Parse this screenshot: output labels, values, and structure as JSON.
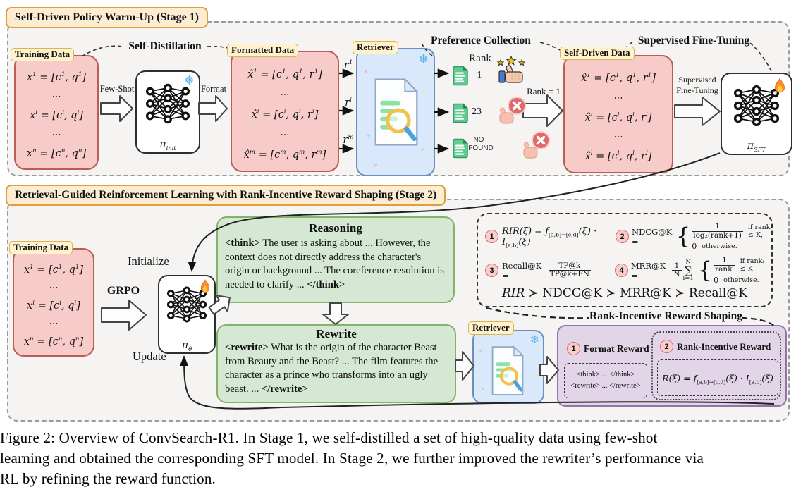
{
  "colors": {
    "panel_bg": "#f5f4f3",
    "pink": "#f6cbc8",
    "pink_border": "#bd5b55",
    "green": "#d5e8d4",
    "green_border": "#82b366",
    "blue": "#dae8fc",
    "blue_border": "#6c8ebf",
    "purple": "#e1d5e7",
    "purple_border": "#9673a6",
    "tag_bg": "#fff2cc",
    "tag_border": "#d6b656",
    "title_bg": "#fcecd2",
    "title_border": "#dd9f3e",
    "snowflake_blue": "#5db4e8",
    "flame_orange": "#fb8c2e"
  },
  "icons": {
    "snowflake": "❄"
  },
  "stage1": {
    "title": "Self-Driven Policy Warm-Up (Stage 1)",
    "training": {
      "label": "Training Data",
      "lines": [
        [
          {
            "t": "x"
          },
          {
            "t": "1",
            "s": "sup"
          },
          {
            "t": " = [c"
          },
          {
            "t": "1",
            "s": "sup"
          },
          {
            "t": ", q"
          },
          {
            "t": "1",
            "s": "sup"
          },
          {
            "t": "]"
          }
        ],
        [
          {
            "t": "⋯"
          }
        ],
        [
          {
            "t": "x"
          },
          {
            "t": "i",
            "s": "sup"
          },
          {
            "t": " = [c"
          },
          {
            "t": "i",
            "s": "sup"
          },
          {
            "t": ", q"
          },
          {
            "t": "i",
            "s": "sup"
          },
          {
            "t": "]"
          }
        ],
        [
          {
            "t": "⋯"
          }
        ],
        [
          {
            "t": "x"
          },
          {
            "t": "n",
            "s": "sup"
          },
          {
            "t": " = [c"
          },
          {
            "t": "n",
            "s": "sup"
          },
          {
            "t": ", q"
          },
          {
            "t": "n",
            "s": "sup"
          },
          {
            "t": "]"
          }
        ]
      ]
    },
    "self_distillation": "Self-Distillation",
    "few_shot": "Few-Shot",
    "format": "Format",
    "pi_init": [
      {
        "t": "π",
        "s": "i"
      },
      {
        "t": "init",
        "s": "sub"
      }
    ],
    "formatted": {
      "label": "Formatted Data",
      "lines": [
        [
          {
            "t": "x̂"
          },
          {
            "t": "1",
            "s": "sup"
          },
          {
            "t": " = [c"
          },
          {
            "t": "1",
            "s": "sup"
          },
          {
            "t": ", q"
          },
          {
            "t": "1",
            "s": "sup"
          },
          {
            "t": ", r"
          },
          {
            "t": "1",
            "s": "sup"
          },
          {
            "t": "]"
          }
        ],
        [
          {
            "t": "⋯"
          }
        ],
        [
          {
            "t": "x̂"
          },
          {
            "t": "i",
            "s": "sup"
          },
          {
            "t": " = [c"
          },
          {
            "t": "i",
            "s": "sup"
          },
          {
            "t": ", q"
          },
          {
            "t": "i",
            "s": "sup"
          },
          {
            "t": ", r"
          },
          {
            "t": "i",
            "s": "sup"
          },
          {
            "t": "]"
          }
        ],
        [
          {
            "t": "⋯"
          }
        ],
        [
          {
            "t": "x̂"
          },
          {
            "t": "m",
            "s": "sup"
          },
          {
            "t": " = [c"
          },
          {
            "t": "m",
            "s": "sup"
          },
          {
            "t": ", q"
          },
          {
            "t": "m",
            "s": "sup"
          },
          {
            "t": ", r"
          },
          {
            "t": "m",
            "s": "sup"
          },
          {
            "t": "]"
          }
        ]
      ]
    },
    "r_labels": [
      [
        {
          "t": "r"
        },
        {
          "t": "1",
          "s": "sup"
        }
      ],
      [
        {
          "t": "r"
        },
        {
          "t": "i",
          "s": "sup"
        }
      ],
      [
        {
          "t": "r"
        },
        {
          "t": "m",
          "s": "sup"
        }
      ]
    ],
    "retriever_label": "Retriever",
    "preference": {
      "heading": "Preference Collection",
      "rank_header": "Rank",
      "rank1": "1",
      "rank2": "23",
      "rank3_line1": "NOT",
      "rank3_line2": "FOUND",
      "rank_eq": "Rank = 1"
    },
    "self_driven": {
      "label": "Self-Driven Data",
      "lines": [
        [
          {
            "t": "x̂"
          },
          {
            "t": "1",
            "s": "sup"
          },
          {
            "t": " = [c"
          },
          {
            "t": "1",
            "s": "sup"
          },
          {
            "t": ", q"
          },
          {
            "t": "1",
            "s": "sup"
          },
          {
            "t": ", r"
          },
          {
            "t": "1",
            "s": "sup"
          },
          {
            "t": "]"
          }
        ],
        [
          {
            "t": "⋯"
          }
        ],
        [
          {
            "t": "x̂"
          },
          {
            "t": "i",
            "s": "sup"
          },
          {
            "t": " = [c"
          },
          {
            "t": "i",
            "s": "sup"
          },
          {
            "t": ", q"
          },
          {
            "t": "i",
            "s": "sup"
          },
          {
            "t": ", r"
          },
          {
            "t": "i",
            "s": "sup"
          },
          {
            "t": "]"
          }
        ],
        [
          {
            "t": "⋯"
          }
        ],
        [
          {
            "t": "x̂"
          },
          {
            "t": "l",
            "s": "sup"
          },
          {
            "t": " = [c"
          },
          {
            "t": "l",
            "s": "sup"
          },
          {
            "t": ", q"
          },
          {
            "t": "l",
            "s": "sup"
          },
          {
            "t": ", r"
          },
          {
            "t": "l",
            "s": "sup"
          },
          {
            "t": "]"
          }
        ]
      ]
    },
    "sft_heading": "Supervised Fine-Tuning",
    "sft_arrow_line1": "Supervised",
    "sft_arrow_line2": "Fine-Tuning",
    "pi_sft": [
      {
        "t": "π",
        "s": "i"
      },
      {
        "t": "SFT",
        "s": "sub"
      }
    ]
  },
  "stage2": {
    "title": "Retrieval-Guided Reinforcement Learning with Rank-Incentive Reward Shaping (Stage 2)",
    "training": {
      "label": "Training Data",
      "lines": [
        [
          {
            "t": "x"
          },
          {
            "t": "1",
            "s": "sup"
          },
          {
            "t": " = [c"
          },
          {
            "t": "1",
            "s": "sup"
          },
          {
            "t": ", q"
          },
          {
            "t": "1",
            "s": "sup"
          },
          {
            "t": "]"
          }
        ],
        [
          {
            "t": "⋯"
          }
        ],
        [
          {
            "t": "x"
          },
          {
            "t": "i",
            "s": "sup"
          },
          {
            "t": " = [c"
          },
          {
            "t": "i",
            "s": "sup"
          },
          {
            "t": ", q"
          },
          {
            "t": "i",
            "s": "sup"
          },
          {
            "t": "]"
          }
        ],
        [
          {
            "t": "⋯"
          }
        ],
        [
          {
            "t": "x"
          },
          {
            "t": "n",
            "s": "sup"
          },
          {
            "t": " = [c"
          },
          {
            "t": "n",
            "s": "sup"
          },
          {
            "t": ", q"
          },
          {
            "t": "n",
            "s": "sup"
          },
          {
            "t": "]"
          }
        ]
      ]
    },
    "grpo": "GRPO",
    "initialize": "Initialize",
    "update": "Update",
    "pi_theta": [
      {
        "t": "π",
        "s": "i"
      },
      {
        "t": "θ",
        "s": "sub"
      }
    ],
    "reasoning": {
      "title": "Reasoning",
      "body": [
        {
          "t": "<think>",
          "s": "b"
        },
        {
          "t": " The user is asking about ... However, the context does not directly address the character's origin or background ... The coreference resolution is needed to clarify ... "
        },
        {
          "t": "</think>",
          "s": "b"
        }
      ]
    },
    "rewrite": {
      "title": "Rewrite",
      "body": [
        {
          "t": "<rewrite>",
          "s": "b"
        },
        {
          "t": " What is the origin of the character Beast from Beauty and the Beast? ... The film features the character as a prince who transforms into an ugly beast. ... "
        },
        {
          "t": "</rewrite>",
          "s": "b"
        }
      ]
    },
    "retriever_label": "Retriever",
    "formula_box": {
      "rir": {
        "num": "1",
        "segs": [
          {
            "t": "RIR",
            "s": "i"
          },
          {
            "t": "(ξ) = ",
            "s": "i"
          },
          {
            "t": "f",
            "s": "i"
          },
          {
            "t": "[a,b]→[c,d]",
            "s": "sub"
          },
          {
            "t": "(ξ) · ",
            "s": "i"
          },
          {
            "t": "I",
            "s": "i"
          },
          {
            "t": "[a,b]",
            "s": "sub"
          },
          {
            "t": "(ξ)",
            "s": "i"
          }
        ]
      },
      "ndcg": {
        "num": "2",
        "lhs": "NDCG@K =",
        "top_num": "1",
        "top_den": "log₂(rank+1)",
        "top_cond": "if rank ≤ K,",
        "bot": "0",
        "bot_cond": "otherwise."
      },
      "recall": {
        "num": "3",
        "lhs": "Recall@K =",
        "frac_num": "TP@k",
        "frac_den": "TP@k+FN"
      },
      "mrr": {
        "num": "4",
        "lhs": "MRR@K =",
        "coef_num": "1",
        "coef_den": "N",
        "sum_top": "N",
        "sum_mid": "∑",
        "sum_bot": "i=1",
        "top_num": "1",
        "top_den": "rankᵢ",
        "top_cond": "if rankᵢ ≤ K",
        "bot": "0",
        "bot_cond": "otherwise."
      },
      "ordering": [
        {
          "t": "RIR",
          "s": "i"
        },
        {
          "t": " ≻ NDCG@K ≻ MRR@K ≻ Recall@K"
        }
      ]
    },
    "reward_shaping": {
      "heading": "Rank-Incentive Reward Shaping",
      "format_reward": {
        "num": "1",
        "label": "Format Reward",
        "line1": "<think> ... </think>",
        "line2": "<rewrite> ... </rewrite>"
      },
      "rank_reward": {
        "num": "2",
        "label": "Rank-Incentive Reward",
        "segs": [
          {
            "t": "R",
            "s": "i"
          },
          {
            "t": "(ξ) = ",
            "s": "i"
          },
          {
            "t": "f",
            "s": "i"
          },
          {
            "t": "[a,b]→[c,d]",
            "s": "sub"
          },
          {
            "t": "(ξ) · ",
            "s": "i"
          },
          {
            "t": "I",
            "s": "i"
          },
          {
            "t": "[a,b]",
            "s": "sub"
          },
          {
            "t": "(ξ)",
            "s": "i"
          }
        ]
      }
    }
  },
  "caption": {
    "line1": "Figure 2: Overview of ConvSearch-R1. In Stage 1, we self-distilled a set of high-quality data using few-shot",
    "line2": "learning and obtained the corresponding SFT model. In Stage 2, we further improved the rewriter’s performance via",
    "line3": "RL by refining the reward function."
  }
}
